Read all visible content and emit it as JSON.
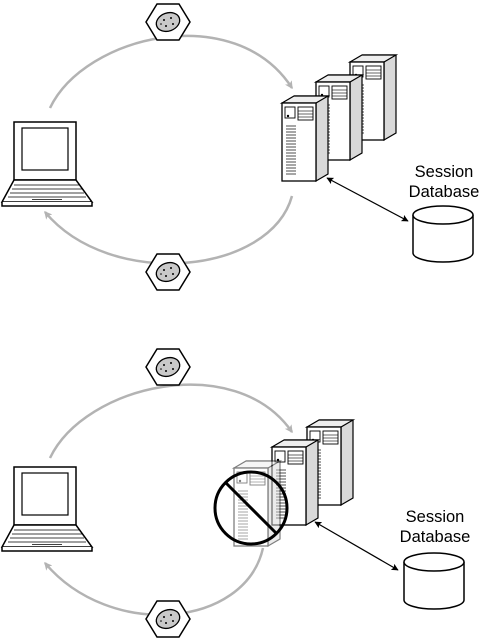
{
  "diagrams": [
    {
      "session_db_label_line1": "Session",
      "session_db_label_line2": "Database",
      "lead_server_blocked": false
    },
    {
      "session_db_label_line1": "Session",
      "session_db_label_line2": "Database",
      "lead_server_blocked": true
    }
  ],
  "colors": {
    "flow_arrow": "#b3b3b3",
    "outline": "#000000",
    "server_face": "#ffffff",
    "server_side": "#d9d9d9",
    "cookie_fill": "#c9c9c9"
  },
  "icons": {
    "client": "laptop-icon",
    "request_token": "cookie-hexagon-icon",
    "server": "server-tower-icon",
    "database": "database-cylinder-icon",
    "blocked": "prohibited-icon"
  }
}
